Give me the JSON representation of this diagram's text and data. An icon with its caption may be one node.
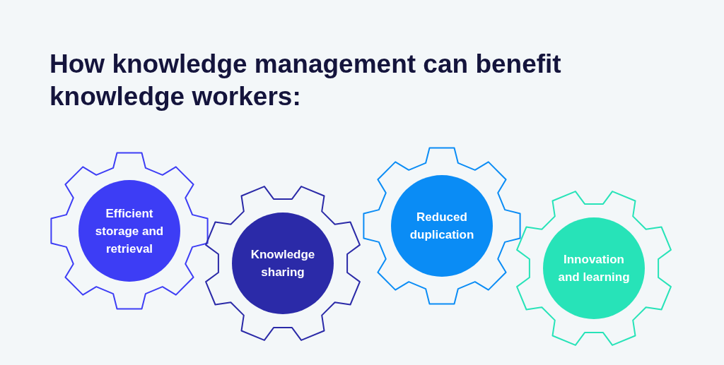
{
  "diagram": {
    "title": "How knowledge management can benefit knowledge workers:",
    "nodes": [
      {
        "text": [
          "Efficient storage and retrieval"
        ]
      },
      {
        "text": [
          "Knowledge sharing"
        ]
      },
      {
        "text": [
          "Reduced duplication"
        ]
      },
      {
        "text": [
          "Innovation and learning"
        ]
      }
    ]
  }
}
